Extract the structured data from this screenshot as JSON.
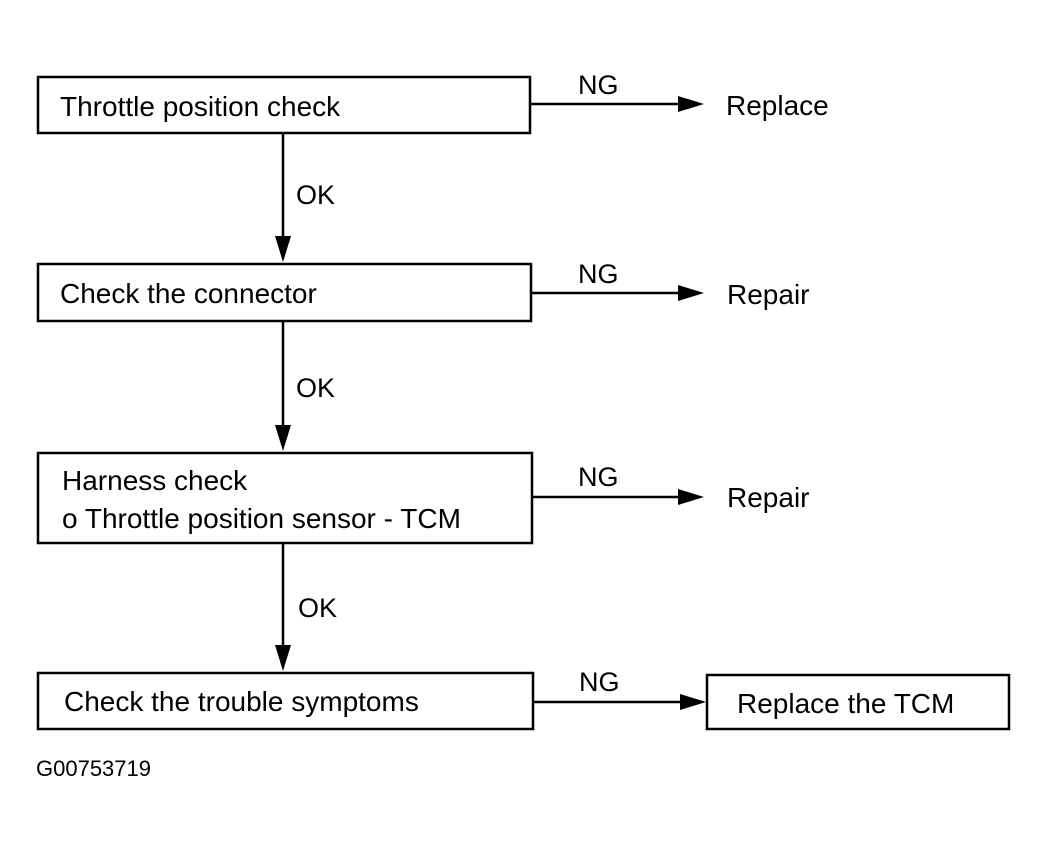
{
  "steps": [
    {
      "lines": [
        "Throttle position check"
      ],
      "ng_label": "NG",
      "ng_result": "Replace"
    },
    {
      "lines": [
        "Check the connector"
      ],
      "ng_label": "NG",
      "ng_result": "Repair"
    },
    {
      "lines": [
        "Harness check",
        "o Throttle position sensor - TCM"
      ],
      "ng_label": "NG",
      "ng_result": "Repair"
    },
    {
      "lines": [
        "Check the trouble symptoms"
      ],
      "ng_label": "NG",
      "ng_result": "Replace the TCM"
    }
  ],
  "ok_labels": [
    "OK",
    "OK",
    "OK"
  ],
  "figure_id": "G00753719"
}
